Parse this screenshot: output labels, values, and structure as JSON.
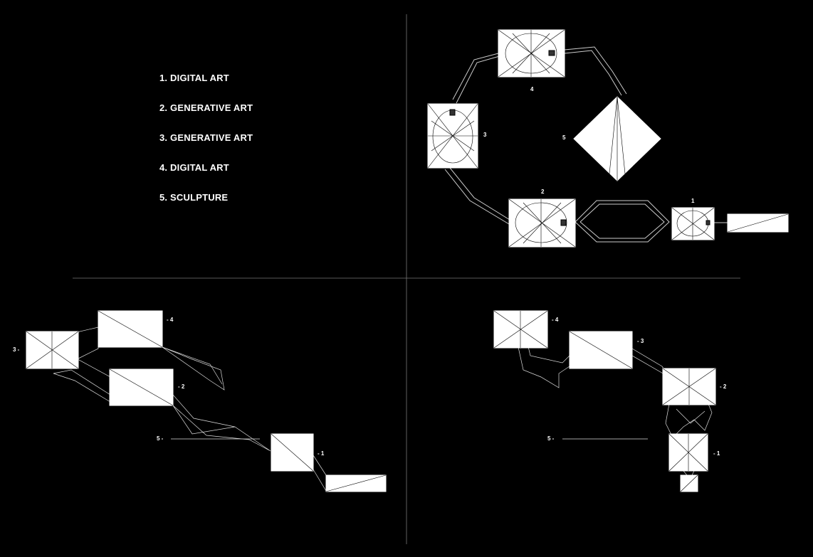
{
  "legend": [
    {
      "label": "1. DIGITAL ART"
    },
    {
      "label": "2. GENERATIVE ART"
    },
    {
      "label": "3. GENERATIVE ART"
    },
    {
      "label": "4. DIGITAL ART"
    },
    {
      "label": "5. SCULPTURE"
    }
  ],
  "plan": {
    "labels": [
      "1",
      "2",
      "3",
      "4",
      "5"
    ]
  },
  "elevation_left": {
    "labels": [
      "- 1",
      "- 2",
      "3 -",
      "- 4",
      "5 -"
    ]
  },
  "elevation_right": {
    "labels": [
      "- 1",
      "- 2",
      "- 3",
      "- 4",
      "5 -"
    ]
  }
}
